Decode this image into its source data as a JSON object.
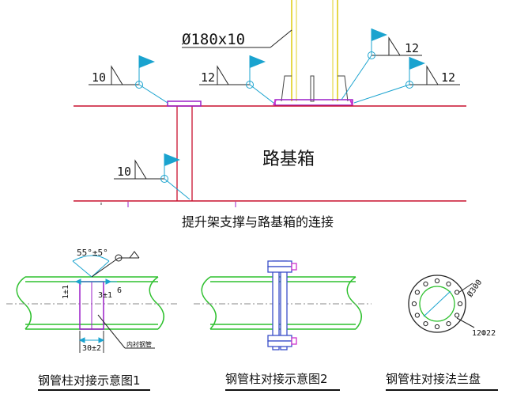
{
  "top": {
    "pipe_spec": "Ø180x10",
    "weld_left": "10",
    "weld_mid": "12",
    "weld_top_right": "12",
    "weld_right": "12",
    "weld_lower": "10",
    "box_label": "路基箱",
    "caption": "提升架支撑与路基箱的连接"
  },
  "fig1": {
    "angle": "55°±5°",
    "dim_left": "1±1",
    "dim_mid": "3±1",
    "dim_right": "6",
    "dim_bottom": "30±2",
    "leader_note": "内衬钢管",
    "caption": "钢管柱对接示意图1"
  },
  "fig2": {
    "caption": "钢管柱对接示意图2"
  },
  "fig3": {
    "dia_label": "Ø300",
    "holes_label": "12Ф22",
    "caption": "钢管柱对接法兰盘"
  },
  "colors": {
    "pipe_green": "#2ec02e",
    "leader_blue": "#1aa3cf",
    "flag_blue": "#1aa3cf",
    "box_red": "#c8102e",
    "flange_purple": "#9b1fc8",
    "column_yellow": "#e6d84a",
    "weld_magenta": "#cc33cc",
    "bolt_blue": "#3a4ec8"
  }
}
